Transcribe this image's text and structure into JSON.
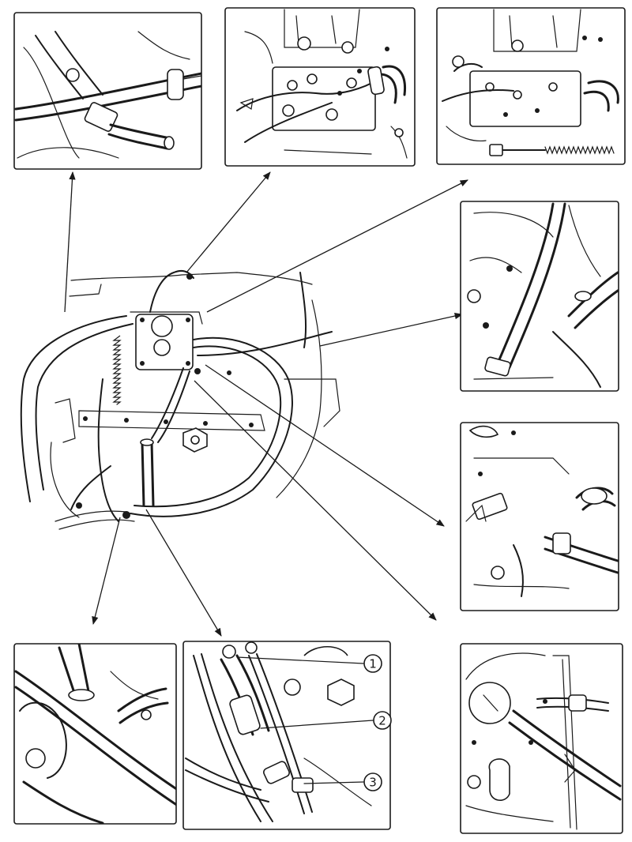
{
  "figure": {
    "callouts": [
      {
        "label": "1"
      },
      {
        "label": "2"
      },
      {
        "label": "3"
      }
    ],
    "line_color": "#1a1a1a",
    "background": "#ffffff"
  }
}
